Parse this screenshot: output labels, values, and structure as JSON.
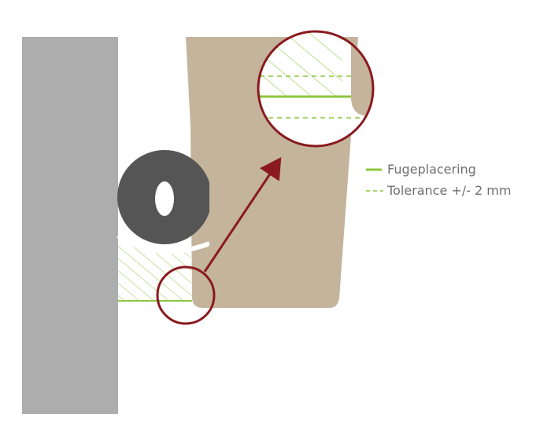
{
  "legend": {
    "joint_placement": "Fugeplacering",
    "tolerance": "Tolerance +/- 2 mm"
  },
  "colors": {
    "wall_gray": "#adadad",
    "stone_tan": "#c4b49c",
    "backer_rod_dark": "#555555",
    "joint_green": "#8dc63f",
    "hatch_green": "#a7d46b",
    "callout_red": "#8a1a1f",
    "legend_text": "#6f6f6f"
  },
  "icons": {
    "arrow": "callout-arrow-icon",
    "magnifier": "detail-magnifier-circle"
  }
}
